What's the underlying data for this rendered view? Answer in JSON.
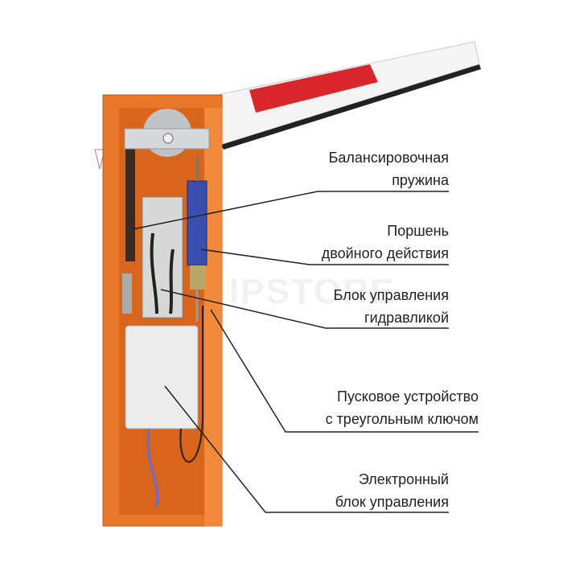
{
  "watermark": "IPSTORE",
  "callouts": [
    {
      "line1": "Балансировочная",
      "line2": "пружина"
    },
    {
      "line1": "Поршень",
      "line2": "двойного действия"
    },
    {
      "line1": "Блок управления",
      "line2": "гидравликой"
    },
    {
      "line1": "Пусковое устройство",
      "line2": "с треугольным ключом"
    },
    {
      "line1": "Электронный",
      "line2": "блок управления"
    }
  ],
  "colors": {
    "cabinet": "#e8772a",
    "boom_stripe": "#d8262c",
    "piston": "#3b4fb0"
  }
}
